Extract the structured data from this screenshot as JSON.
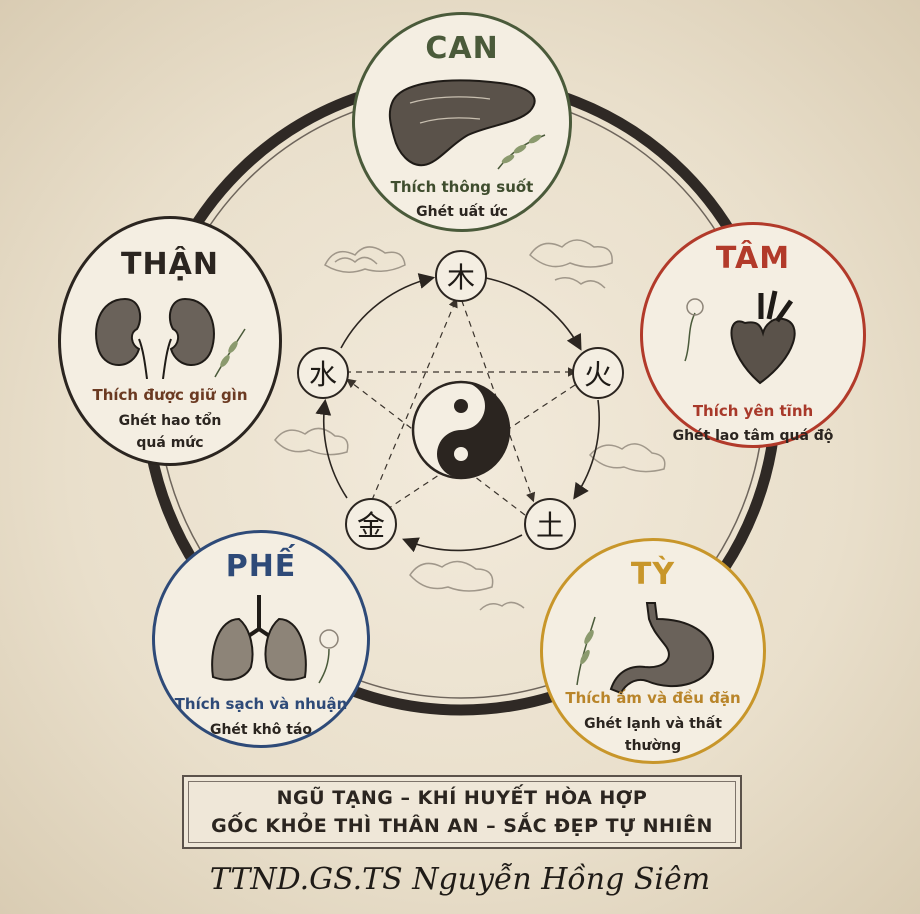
{
  "organs": {
    "can": {
      "title": "CAN",
      "like": "Thích thông suốt",
      "hate": "Ghét uất ức",
      "color": "#4a5a3a",
      "like_color": "#3f4d2e"
    },
    "tam": {
      "title": "TÂM",
      "like": "Thích yên tĩnh",
      "hate": "Ghét lao tâm quá độ",
      "color": "#b23a2a",
      "like_color": "#a8392a"
    },
    "ty": {
      "title": "TỲ",
      "like": "Thích ấm và đều đặn",
      "hate": "Ghét lạnh và thất thường",
      "color": "#c8962a",
      "like_color": "#b9852a"
    },
    "phe": {
      "title": "PHẾ",
      "like": "Thích sạch và nhuận",
      "hate": "Ghét khô táo",
      "color": "#2e4a78",
      "like_color": "#2e4a78"
    },
    "than": {
      "title": "THẬN",
      "like": "Thích được giữ gìn",
      "hate": "Ghét hao tổn quá mức",
      "color": "#2b2520",
      "like_color": "#6b3a22"
    }
  },
  "elements": {
    "wood": "木",
    "fire": "火",
    "earth": "土",
    "metal": "金",
    "water": "水"
  },
  "icons": {
    "can": "liver-icon",
    "tam": "heart-icon",
    "ty": "stomach-icon",
    "phe": "lungs-icon",
    "than": "kidneys-icon",
    "center": "yin-yang-icon"
  },
  "banner": {
    "line1": "NGŨ TẠNG – KHÍ HUYẾT HÒA HỢP",
    "line2": "GỐC KHỎE THÌ THÂN AN – SẮC ĐẸP TỰ NHIÊN"
  },
  "signature": "TTND.GS.TS Nguyễn Hồng Siêm"
}
